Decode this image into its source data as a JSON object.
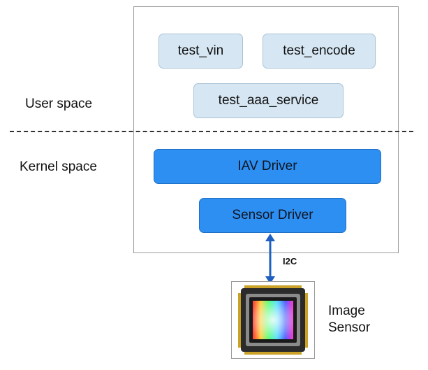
{
  "user_space_label": "User space",
  "kernel_space_label": "Kernel space",
  "user_boxes": {
    "test_vin": "test_vin",
    "test_encode": "test_encode",
    "test_aaa_service": "test_aaa_service"
  },
  "kernel_boxes": {
    "iav_driver": "IAV Driver",
    "sensor_driver": "Sensor Driver"
  },
  "link_label": "I2C",
  "device_label_line1": "Image",
  "device_label_line2": "Sensor",
  "colors": {
    "user_box_fill": "#d6e7f3",
    "kernel_box_fill": "#2e8ff2",
    "arrow": "#1f5fbf"
  }
}
